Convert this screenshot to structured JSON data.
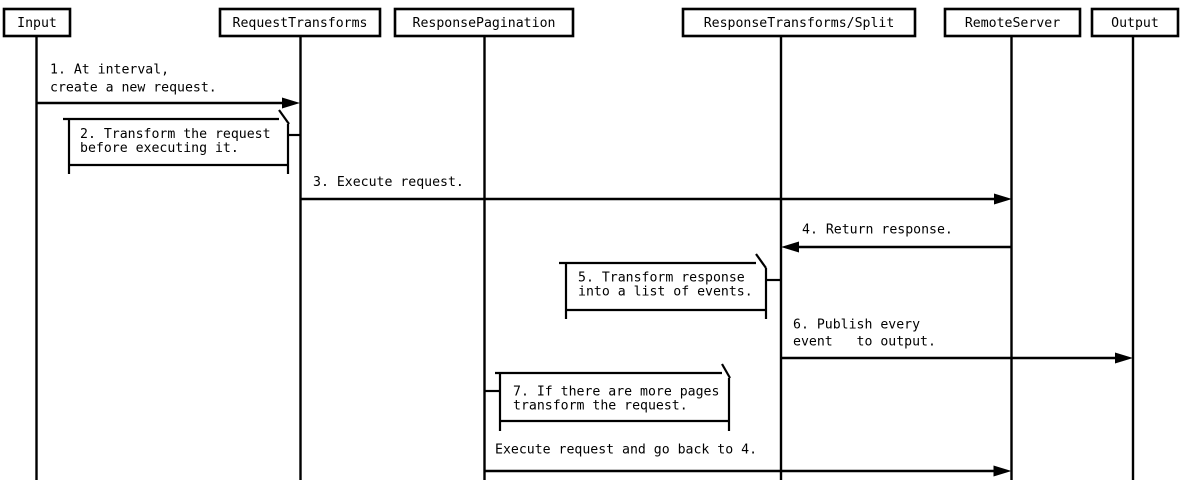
{
  "diagram": {
    "type": "sequence-diagram",
    "background_color": "#ffffff",
    "line_color": "#000000",
    "text_color": "#000000",
    "actors": [
      {
        "id": "input",
        "label": "Input"
      },
      {
        "id": "request-transforms",
        "label": "RequestTransforms"
      },
      {
        "id": "response-pagination",
        "label": "ResponsePagination"
      },
      {
        "id": "response-transforms-split",
        "label": "ResponseTransforms/Split"
      },
      {
        "id": "remote-server",
        "label": "RemoteServer"
      },
      {
        "id": "output",
        "label": "Output"
      }
    ],
    "messages": [
      {
        "step": "1",
        "kind": "arrow",
        "from": "Input",
        "to": "RequestTransforms",
        "label_lines": [
          "1. At interval,",
          "create a new request."
        ]
      },
      {
        "step": "2",
        "kind": "self",
        "on": "RequestTransforms",
        "label_lines": [
          "2. Transform the request",
          "before executing it."
        ]
      },
      {
        "step": "3",
        "kind": "arrow",
        "from": "RequestTransforms",
        "to": "RemoteServer",
        "label_lines": [
          "3. Execute request."
        ]
      },
      {
        "step": "4",
        "kind": "arrow",
        "from": "RemoteServer",
        "to": "ResponseTransforms/Split",
        "label_lines": [
          "4. Return response."
        ]
      },
      {
        "step": "5",
        "kind": "self",
        "on": "ResponseTransforms/Split",
        "label_lines": [
          "5. Transform response",
          "into a list of events."
        ]
      },
      {
        "step": "6",
        "kind": "arrow",
        "from": "ResponseTransforms/Split",
        "to": "Output",
        "label_lines": [
          "6. Publish every",
          "event   to output."
        ]
      },
      {
        "step": "7",
        "kind": "self",
        "on": "ResponsePagination",
        "label_lines": [
          "7. If there are more pages",
          "transform the request."
        ]
      },
      {
        "step": "8",
        "kind": "arrow",
        "from": "ResponsePagination",
        "to": "RemoteServer",
        "label_lines": [
          "Execute request and go back to 4."
        ]
      }
    ]
  }
}
